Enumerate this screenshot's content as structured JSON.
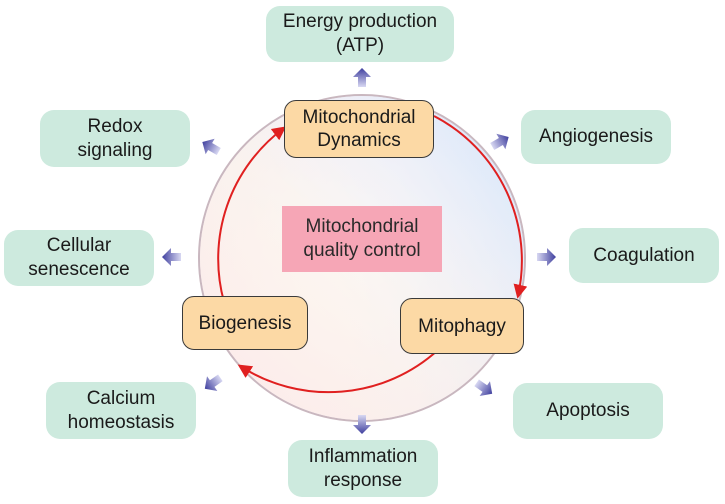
{
  "center": {
    "line1": "Mitochondrial",
    "line2": "quality control"
  },
  "cycle": {
    "dynamics": {
      "line1": "Mitochondrial",
      "line2": "Dynamics"
    },
    "mitophagy": "Mitophagy",
    "biogenesis": "Biogenesis"
  },
  "outcomes": {
    "energy": {
      "line1": "Energy production",
      "line2": "(ATP)"
    },
    "angiogenesis": "Angiogenesis",
    "coagulation": "Coagulation",
    "apoptosis": "Apoptosis",
    "inflammation": {
      "line1": "Inflammation",
      "line2": "response"
    },
    "calcium": {
      "line1": "Calcium",
      "line2": "homeostasis"
    },
    "senescence": {
      "line1": "Cellular",
      "line2": "senescence"
    },
    "redox": {
      "line1": "Redox",
      "line2": "signaling"
    }
  },
  "colors": {
    "outcome_fill": "#cdeade",
    "node_fill": "#fcd9a5",
    "center_fill": "#f6a6b6",
    "cycle_arrow": "#e02020",
    "outward_arrow": "#4b4ba8"
  }
}
